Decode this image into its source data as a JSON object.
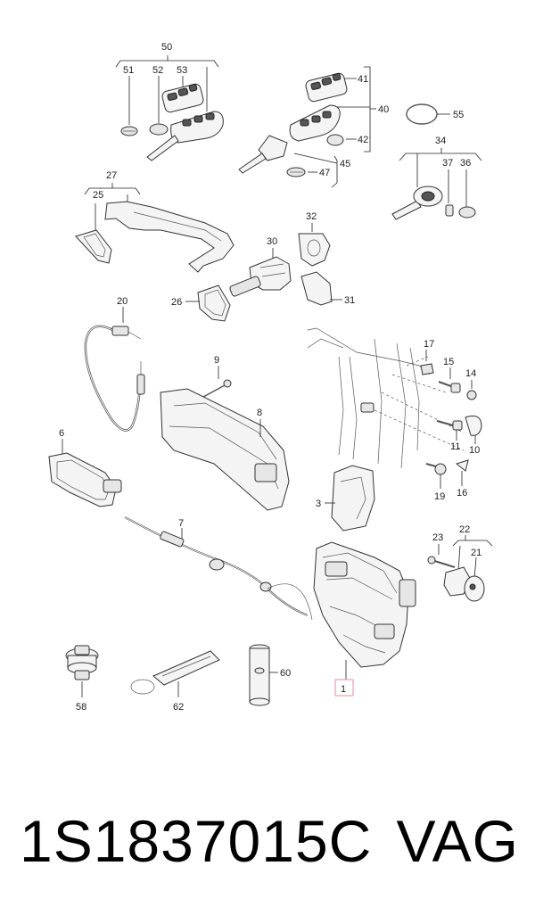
{
  "labels": {
    "l50": "50",
    "l51": "51",
    "l52": "52",
    "l53": "53",
    "l41": "41",
    "l40": "40",
    "l42": "42",
    "l45": "45",
    "l47": "47",
    "l55": "55",
    "l34": "34",
    "l37": "37",
    "l36": "36",
    "l27": "27",
    "l25": "25",
    "l32": "32",
    "l30": "30",
    "l26": "26",
    "l31": "31",
    "l20": "20",
    "l9": "9",
    "l8": "8",
    "l17": "17",
    "l15": "15",
    "l14": "14",
    "l11": "11",
    "l10": "10",
    "l6": "6",
    "l3": "3",
    "l19": "19",
    "l16": "16",
    "l7": "7",
    "l23": "23",
    "l22": "22",
    "l21": "21",
    "l1": "1",
    "l58": "58",
    "l62": "62",
    "l60": "60"
  },
  "caption": {
    "part_number": "1S1837015C",
    "brand": "VAG"
  },
  "colors": {
    "highlight_box": "#e88ea0"
  }
}
